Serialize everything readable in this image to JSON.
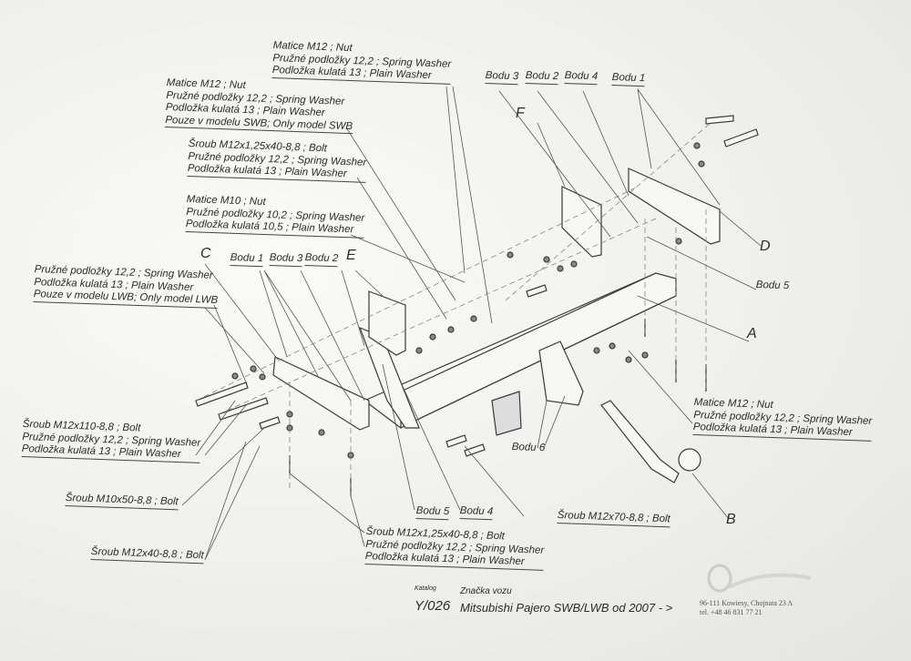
{
  "callouts": {
    "top_nut": [
      "Matice  M12 ; Nut",
      "Pružné podložky 12,2 ; Spring Washer",
      "Podložka kulatá 13 ; Plain Washer"
    ],
    "swb_nut": [
      "Matice  M12 ; Nut",
      "Pružné podložky 12,2 ; Spring Washer",
      "Podložka kulatá 13 ; Plain Washer",
      "Pouze v modelu SWB; Only model SWB"
    ],
    "bolt_m12x125": [
      "Šroub M12x1,25x40-8,8 ;  Bolt",
      "Pružné podložky 12,2 ; Spring Washer",
      "Podložka kulatá 13 ; Plain Washer"
    ],
    "nut_m10": [
      "Matice  M10 ; Nut",
      "Pružné podložky 10,2 ; Spring Washer",
      "Podložka kulatá 10,5 ; Plain Washer"
    ],
    "lwb": [
      "Pružné podložky 12,2 ; Spring Washer",
      "Podložka kulatá 13 ; Plain Washer",
      "Pouze v modelu LWB; Only model LWB"
    ],
    "bolt_m12x110": [
      "Šroub M12x110-8,8 ;  Bolt",
      "Pružné podložky 12,2 ; Spring Washer",
      "Podložka kulatá 13 ; Plain Washer"
    ],
    "bolt_m10x50": "Šroub M10x50-8,8 ;  Bolt",
    "bolt_m12x40": "Šroub M12x40-8,8 ;  Bolt",
    "bottom_bolt": [
      "Šroub M12x1,25x40-8,8 ;  Bolt",
      "Pružné podložky 12,2 ; Spring Washer",
      "Podložka kulatá 13 ; Plain Washer"
    ],
    "bolt_m12x70": "Šroub M12x70-8,8 ;  Bolt",
    "right_nut": [
      "Matice  M12 ; Nut",
      "Pružné podložky 12,2 ; Spring Washer",
      "Podložka kulatá 13 ; Plain Washer"
    ]
  },
  "points": {
    "left": [
      "Bodu 1",
      "Bodu 3",
      "Bodu 2"
    ],
    "right": [
      "Bodu 3",
      "Bodu 2",
      "Bodu 4",
      "Bodu 1"
    ],
    "bodu5_right": "Bodu 5",
    "bodu6": "Bodu 6",
    "bodu5_bottom": "Bodu 5",
    "bodu4_bottom": "Bodu 4"
  },
  "letters": {
    "A": "A",
    "B": "B",
    "C": "C",
    "D": "D",
    "E": "E",
    "F": "F"
  },
  "footer": {
    "catalog_label": "Katalog",
    "catalog_value": "Y/026",
    "vehicle_label": "Značka vozu",
    "vehicle_value": "Mitsubishi Pajero SWB/LWB   od  2007 - >",
    "address_line1": "96-111 Kowiesy, Chojnata 23 A",
    "address_line2": "tel. +48 46 831 77 21"
  }
}
